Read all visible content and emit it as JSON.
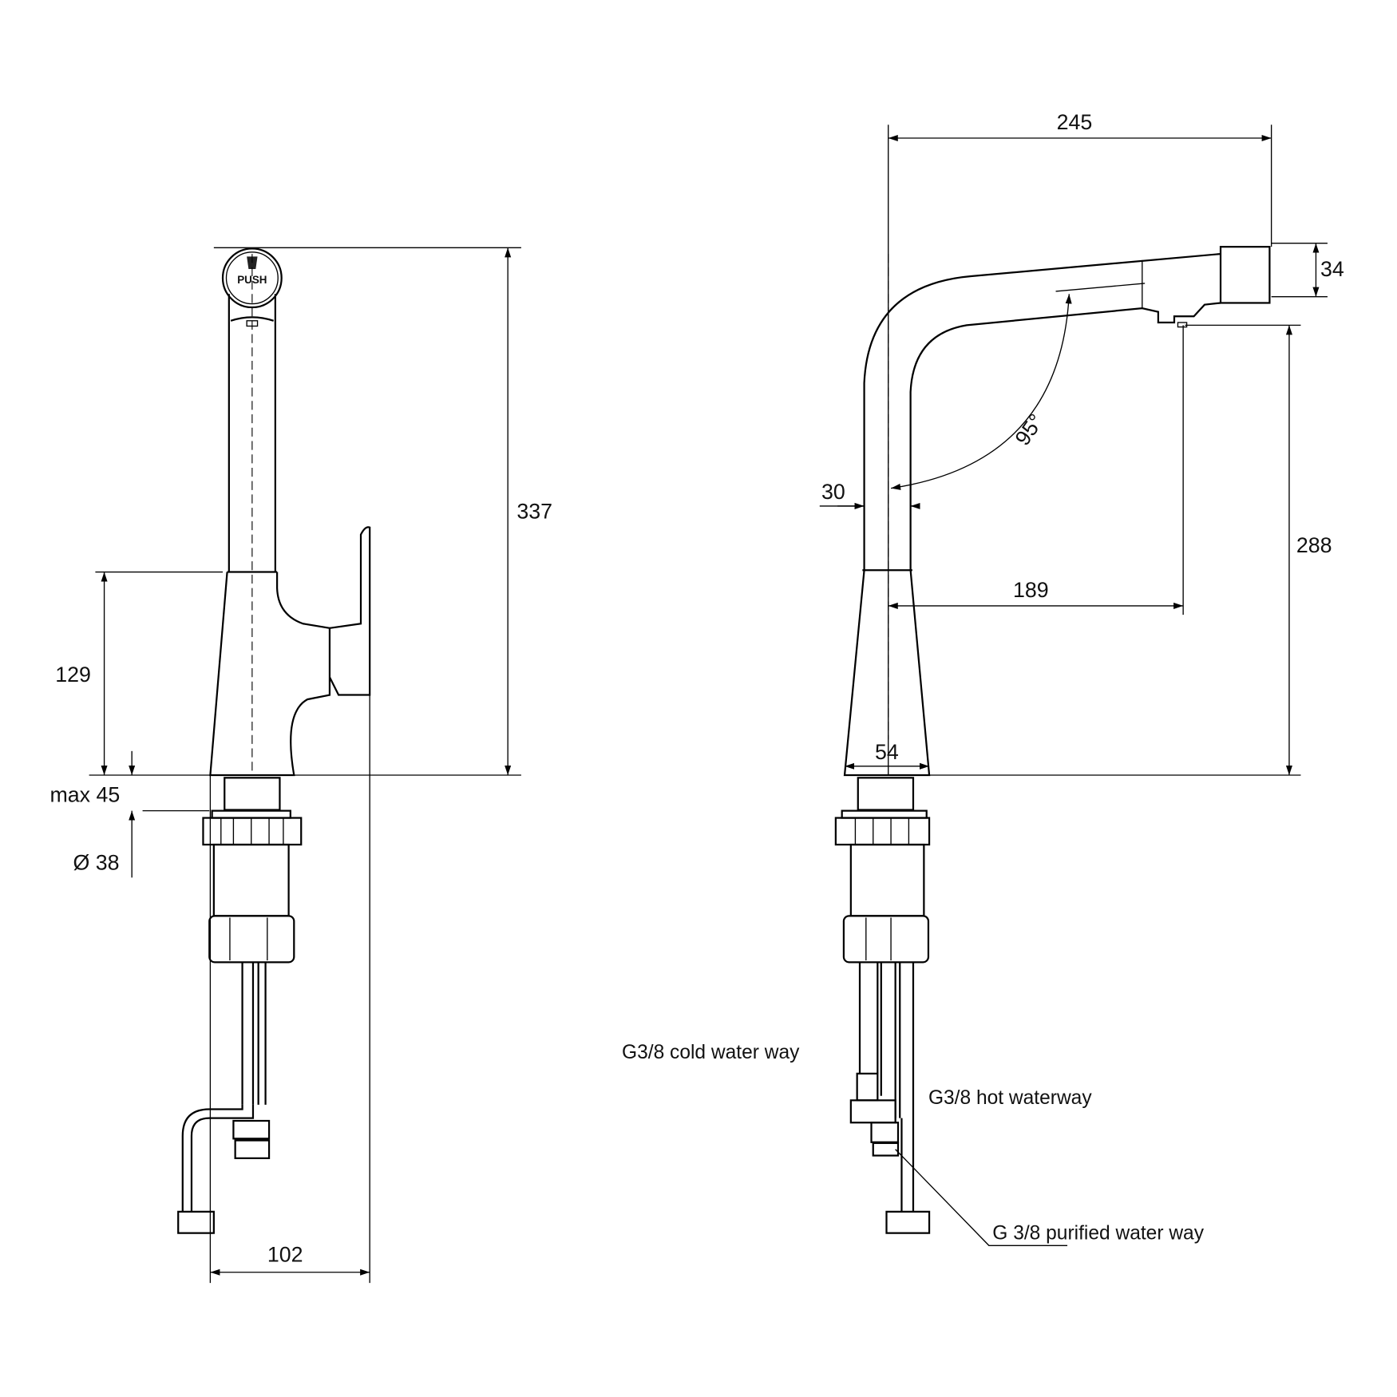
{
  "left_view": {
    "button_label": "PUSH",
    "dims": {
      "height_total": "337",
      "body_height": "129",
      "max_thickness": "max 45",
      "hole_diameter": "Ø 38",
      "width": "102"
    }
  },
  "right_view": {
    "dims": {
      "reach": "245",
      "head_height": "34",
      "outlet_height": "288",
      "outlet_reach": "189",
      "spout_width": "30",
      "base_width": "54",
      "angle": "95°"
    },
    "labels": {
      "cold": "G3/8 cold water way",
      "hot": "G3/8 hot waterway",
      "purified": "G 3/8 purified water way"
    }
  }
}
